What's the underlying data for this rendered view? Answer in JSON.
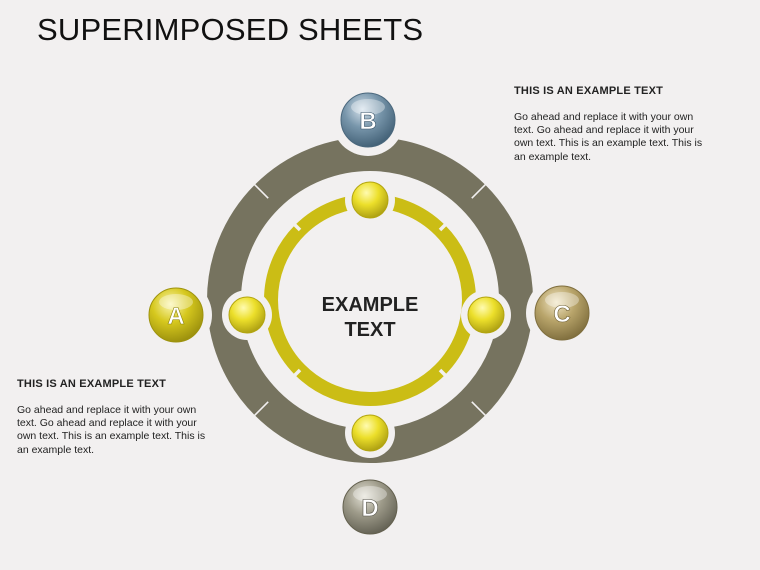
{
  "title": "SUPERIMPOSED SHEETS",
  "center_label": [
    "EXAMPLE",
    "TEXT"
  ],
  "nodes": [
    {
      "letter": "B",
      "color": "#5f7f96"
    },
    {
      "letter": "C",
      "color": "#a8935a"
    },
    {
      "letter": "D",
      "color": "#8f8c7c"
    },
    {
      "letter": "A",
      "color": "#c9bc1c"
    }
  ],
  "colors": {
    "outer_ring": "#76735f",
    "inner_ring": "#cbbd15",
    "inner_ball": "#e6d81c",
    "background": "#f2f0f0"
  },
  "text_blocks": {
    "right": {
      "heading": "THIS IS AN EXAMPLE TEXT",
      "body": "Go ahead and replace it with your own text. Go ahead and replace it with your own text. This is an example text. This is an example text."
    },
    "left": {
      "heading": "THIS IS AN EXAMPLE TEXT",
      "body": "Go ahead and replace it with your own text. Go ahead and replace it with your own text. This is an example text. This is an example text."
    }
  }
}
